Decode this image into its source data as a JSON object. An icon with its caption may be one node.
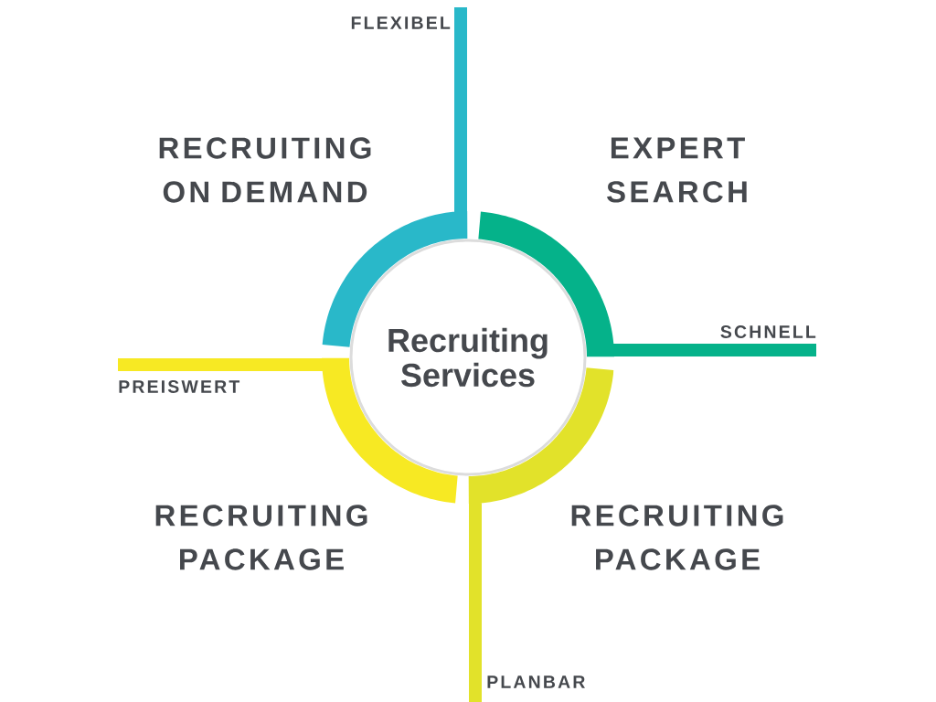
{
  "diagram": {
    "nodes": [
      {
        "text": [
          "Recruiting Services"
        ]
      },
      {
        "text": [
          "FLEXIBEL",
          "RECRUITING ON DEMAND"
        ]
      },
      {
        "text": [
          "EXPERT SEARCH",
          "SCHNELL"
        ]
      },
      {
        "text": [
          "PREISWERT",
          "RECRUITING PACKAGE"
        ]
      },
      {
        "text": [
          "RECRUITING PACKAGE",
          "PLANBAR"
        ]
      }
    ]
  }
}
